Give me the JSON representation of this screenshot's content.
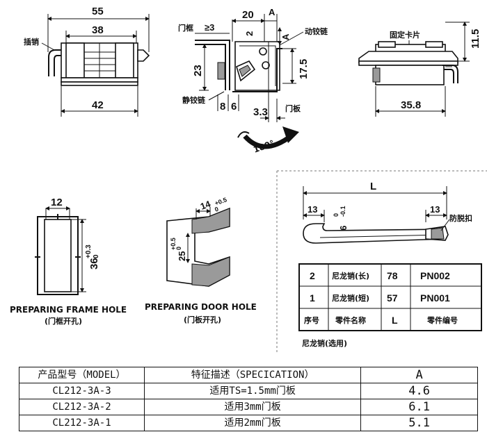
{
  "top_left": {
    "dim_55": "55",
    "dim_38": "38",
    "dim_42": "42",
    "label_pin": "插销"
  },
  "top_middle": {
    "dim_20": "20",
    "dim_A_top": "A",
    "label_frame": "门框",
    "dim_ge3": "≥3",
    "dim_2": "2",
    "dim_A_side": "A",
    "label_moving_hinge": "动铰链",
    "dim_23": "23",
    "dim_17_5": "17.5",
    "label_static_hinge": "静铰链",
    "dim_8": "8",
    "dim_6": "6",
    "dim_3_3": "3.3",
    "label_door": "门板",
    "rotation": "180°"
  },
  "top_right": {
    "label_clip": "固定卡片",
    "dim_11_5": "11.5",
    "dim_35_8": "35.8"
  },
  "frame_hole": {
    "dim_12": "12",
    "dim_36": "36",
    "tol_plus": "+0.3",
    "tol_zero": "0",
    "caption_en": "PREPARING FRAME HOLE",
    "caption_cn": "(门框开孔)"
  },
  "door_hole": {
    "dim_14": "14",
    "dim_14_tol_plus": "+0.5",
    "dim_14_tol_zero": "0",
    "dim_25": "25",
    "dim_25_tol_plus": "+0.5",
    "dim_25_tol_zero": "0",
    "caption_en": "PREPARING DOOR HOLE",
    "caption_cn": "(门板开孔)"
  },
  "nylon_pin": {
    "dim_L": "L",
    "dim_13_left": "13",
    "dim_dia": "Ø6",
    "dia_tol_zero": "0",
    "dia_tol_minus": "-0.1",
    "dim_13_right": "13",
    "label_anti_loose": "防脱扣",
    "caption": "尼龙销(选用)"
  },
  "parts_table": {
    "rows": [
      {
        "no": "2",
        "name": "尼龙销(长)",
        "len": "78",
        "code": "PN002"
      },
      {
        "no": "1",
        "name": "尼龙销(短)",
        "len": "57",
        "code": "PN001"
      },
      {
        "no": "序号",
        "name": "零件名称",
        "len": "L",
        "code": "零件编号"
      }
    ]
  },
  "spec_table": {
    "header": {
      "model": "产品型号（MODEL）",
      "spec": "特征描述（SPECICATION）",
      "a": "A"
    },
    "rows": [
      {
        "model": "CL212-3A-3",
        "spec": "适用TS=1.5mm门板",
        "a": "4.6"
      },
      {
        "model": "CL212-3A-2",
        "spec": "适用3mm门板",
        "a": "6.1"
      },
      {
        "model": "CL212-3A-1",
        "spec": "适用2mm门板",
        "a": "5.1"
      }
    ]
  }
}
